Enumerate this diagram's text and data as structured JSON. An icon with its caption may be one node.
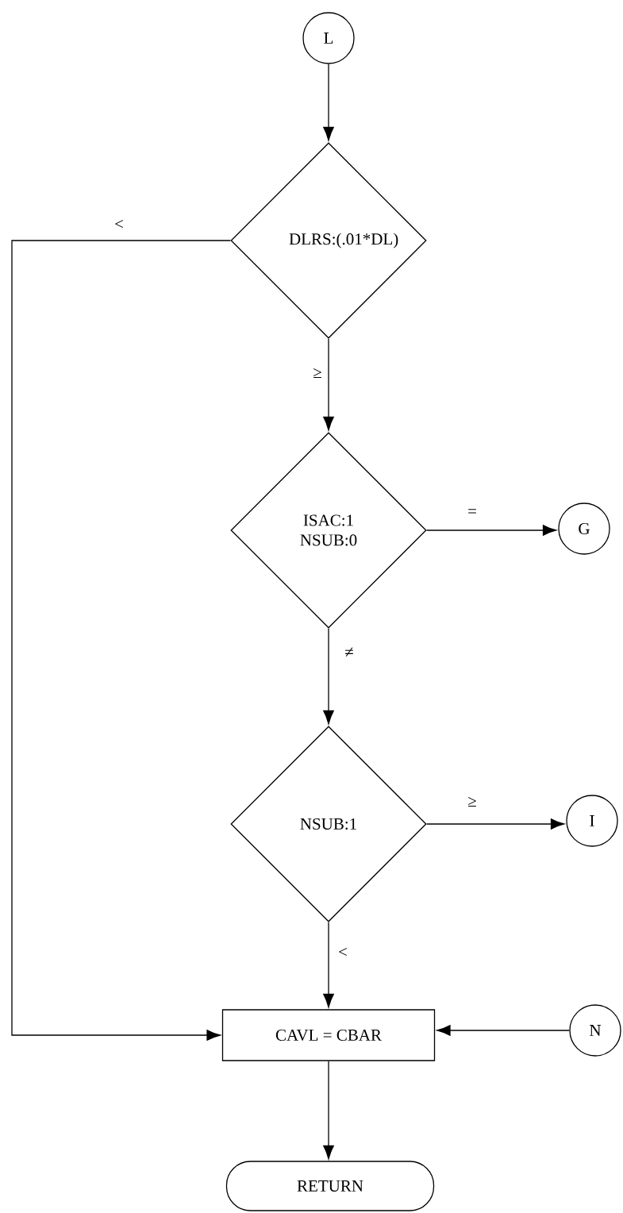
{
  "diagram": {
    "nodes": [
      {
        "text": [
          "L"
        ]
      },
      {
        "text": [
          "DLRS:(.01*DL)"
        ]
      },
      {
        "text": [
          "ISAC:1 NSUB:0"
        ]
      },
      {
        "text": [
          "G"
        ]
      },
      {
        "text": [
          "NSUB:1"
        ]
      },
      {
        "text": [
          "I"
        ]
      },
      {
        "text": [
          "CAVL = CBAR"
        ]
      },
      {
        "text": [
          "N"
        ]
      },
      {
        "text": [
          "RETURN"
        ]
      }
    ],
    "edges": [
      {
        "from": 0,
        "to": 1,
        "arrow": "to"
      },
      {
        "from": 1,
        "to": 6,
        "arrow": "to",
        "label": "<"
      },
      {
        "from": 1,
        "to": 2,
        "arrow": "to",
        "label": "≥"
      },
      {
        "from": 2,
        "to": 3,
        "arrow": "to",
        "label": "="
      },
      {
        "from": 2,
        "to": 4,
        "arrow": "to",
        "label": "≠"
      },
      {
        "from": 4,
        "to": 5,
        "arrow": "to",
        "label": "≥"
      },
      {
        "from": 4,
        "to": 6,
        "arrow": "to",
        "label": "<"
      },
      {
        "from": 7,
        "to": 6,
        "arrow": "to"
      },
      {
        "from": 6,
        "to": 8,
        "arrow": "to"
      }
    ]
  }
}
